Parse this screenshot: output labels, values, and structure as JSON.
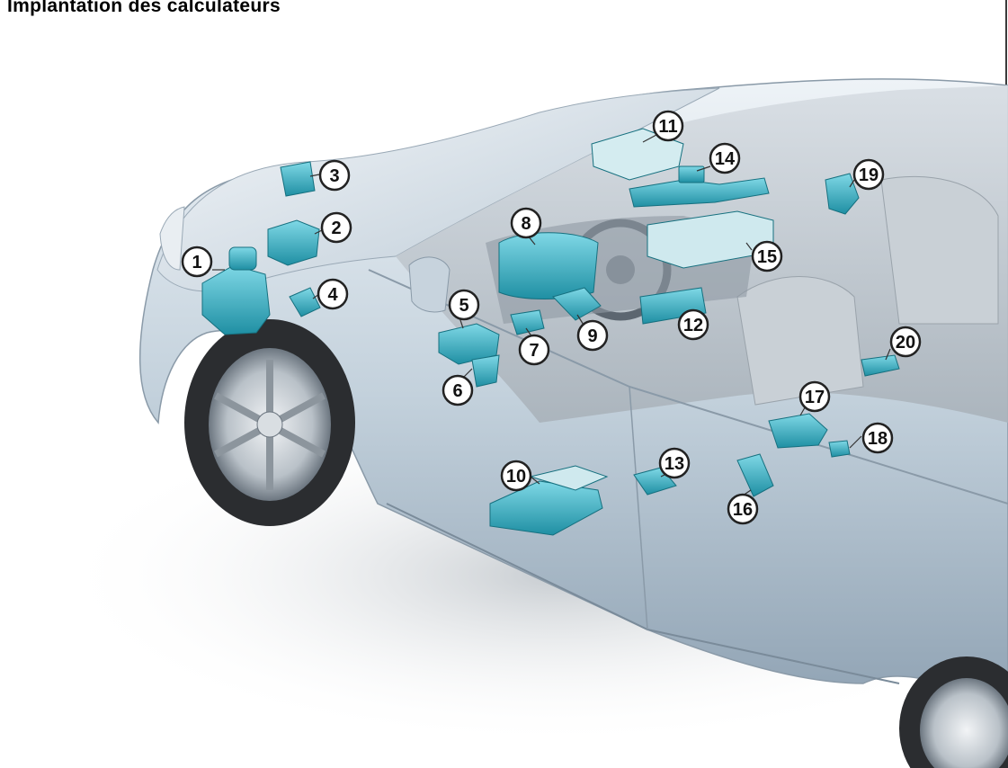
{
  "title": "Implantation des calculateurs",
  "colors": {
    "module": "#3fb6c9",
    "module_dark": "#1f8a9c",
    "body_light": "#dde6ee",
    "body_mid": "#b3c3d1",
    "body_dark": "#7f93a5",
    "tyre": "#2b2d30",
    "callout_fill": "#ffffff",
    "callout_stroke": "#222222"
  },
  "callouts": [
    {
      "id": "1",
      "label": "1"
    },
    {
      "id": "2",
      "label": "2"
    },
    {
      "id": "3",
      "label": "3"
    },
    {
      "id": "4",
      "label": "4"
    },
    {
      "id": "5",
      "label": "5"
    },
    {
      "id": "6",
      "label": "6"
    },
    {
      "id": "7",
      "label": "7"
    },
    {
      "id": "8",
      "label": "8"
    },
    {
      "id": "9",
      "label": "9"
    },
    {
      "id": "10",
      "label": "10"
    },
    {
      "id": "11",
      "label": "11"
    },
    {
      "id": "12",
      "label": "12"
    },
    {
      "id": "13",
      "label": "13"
    },
    {
      "id": "14",
      "label": "14"
    },
    {
      "id": "15",
      "label": "15"
    },
    {
      "id": "16",
      "label": "16"
    },
    {
      "id": "17",
      "label": "17"
    },
    {
      "id": "18",
      "label": "18"
    },
    {
      "id": "19",
      "label": "19"
    },
    {
      "id": "20",
      "label": "20"
    }
  ]
}
